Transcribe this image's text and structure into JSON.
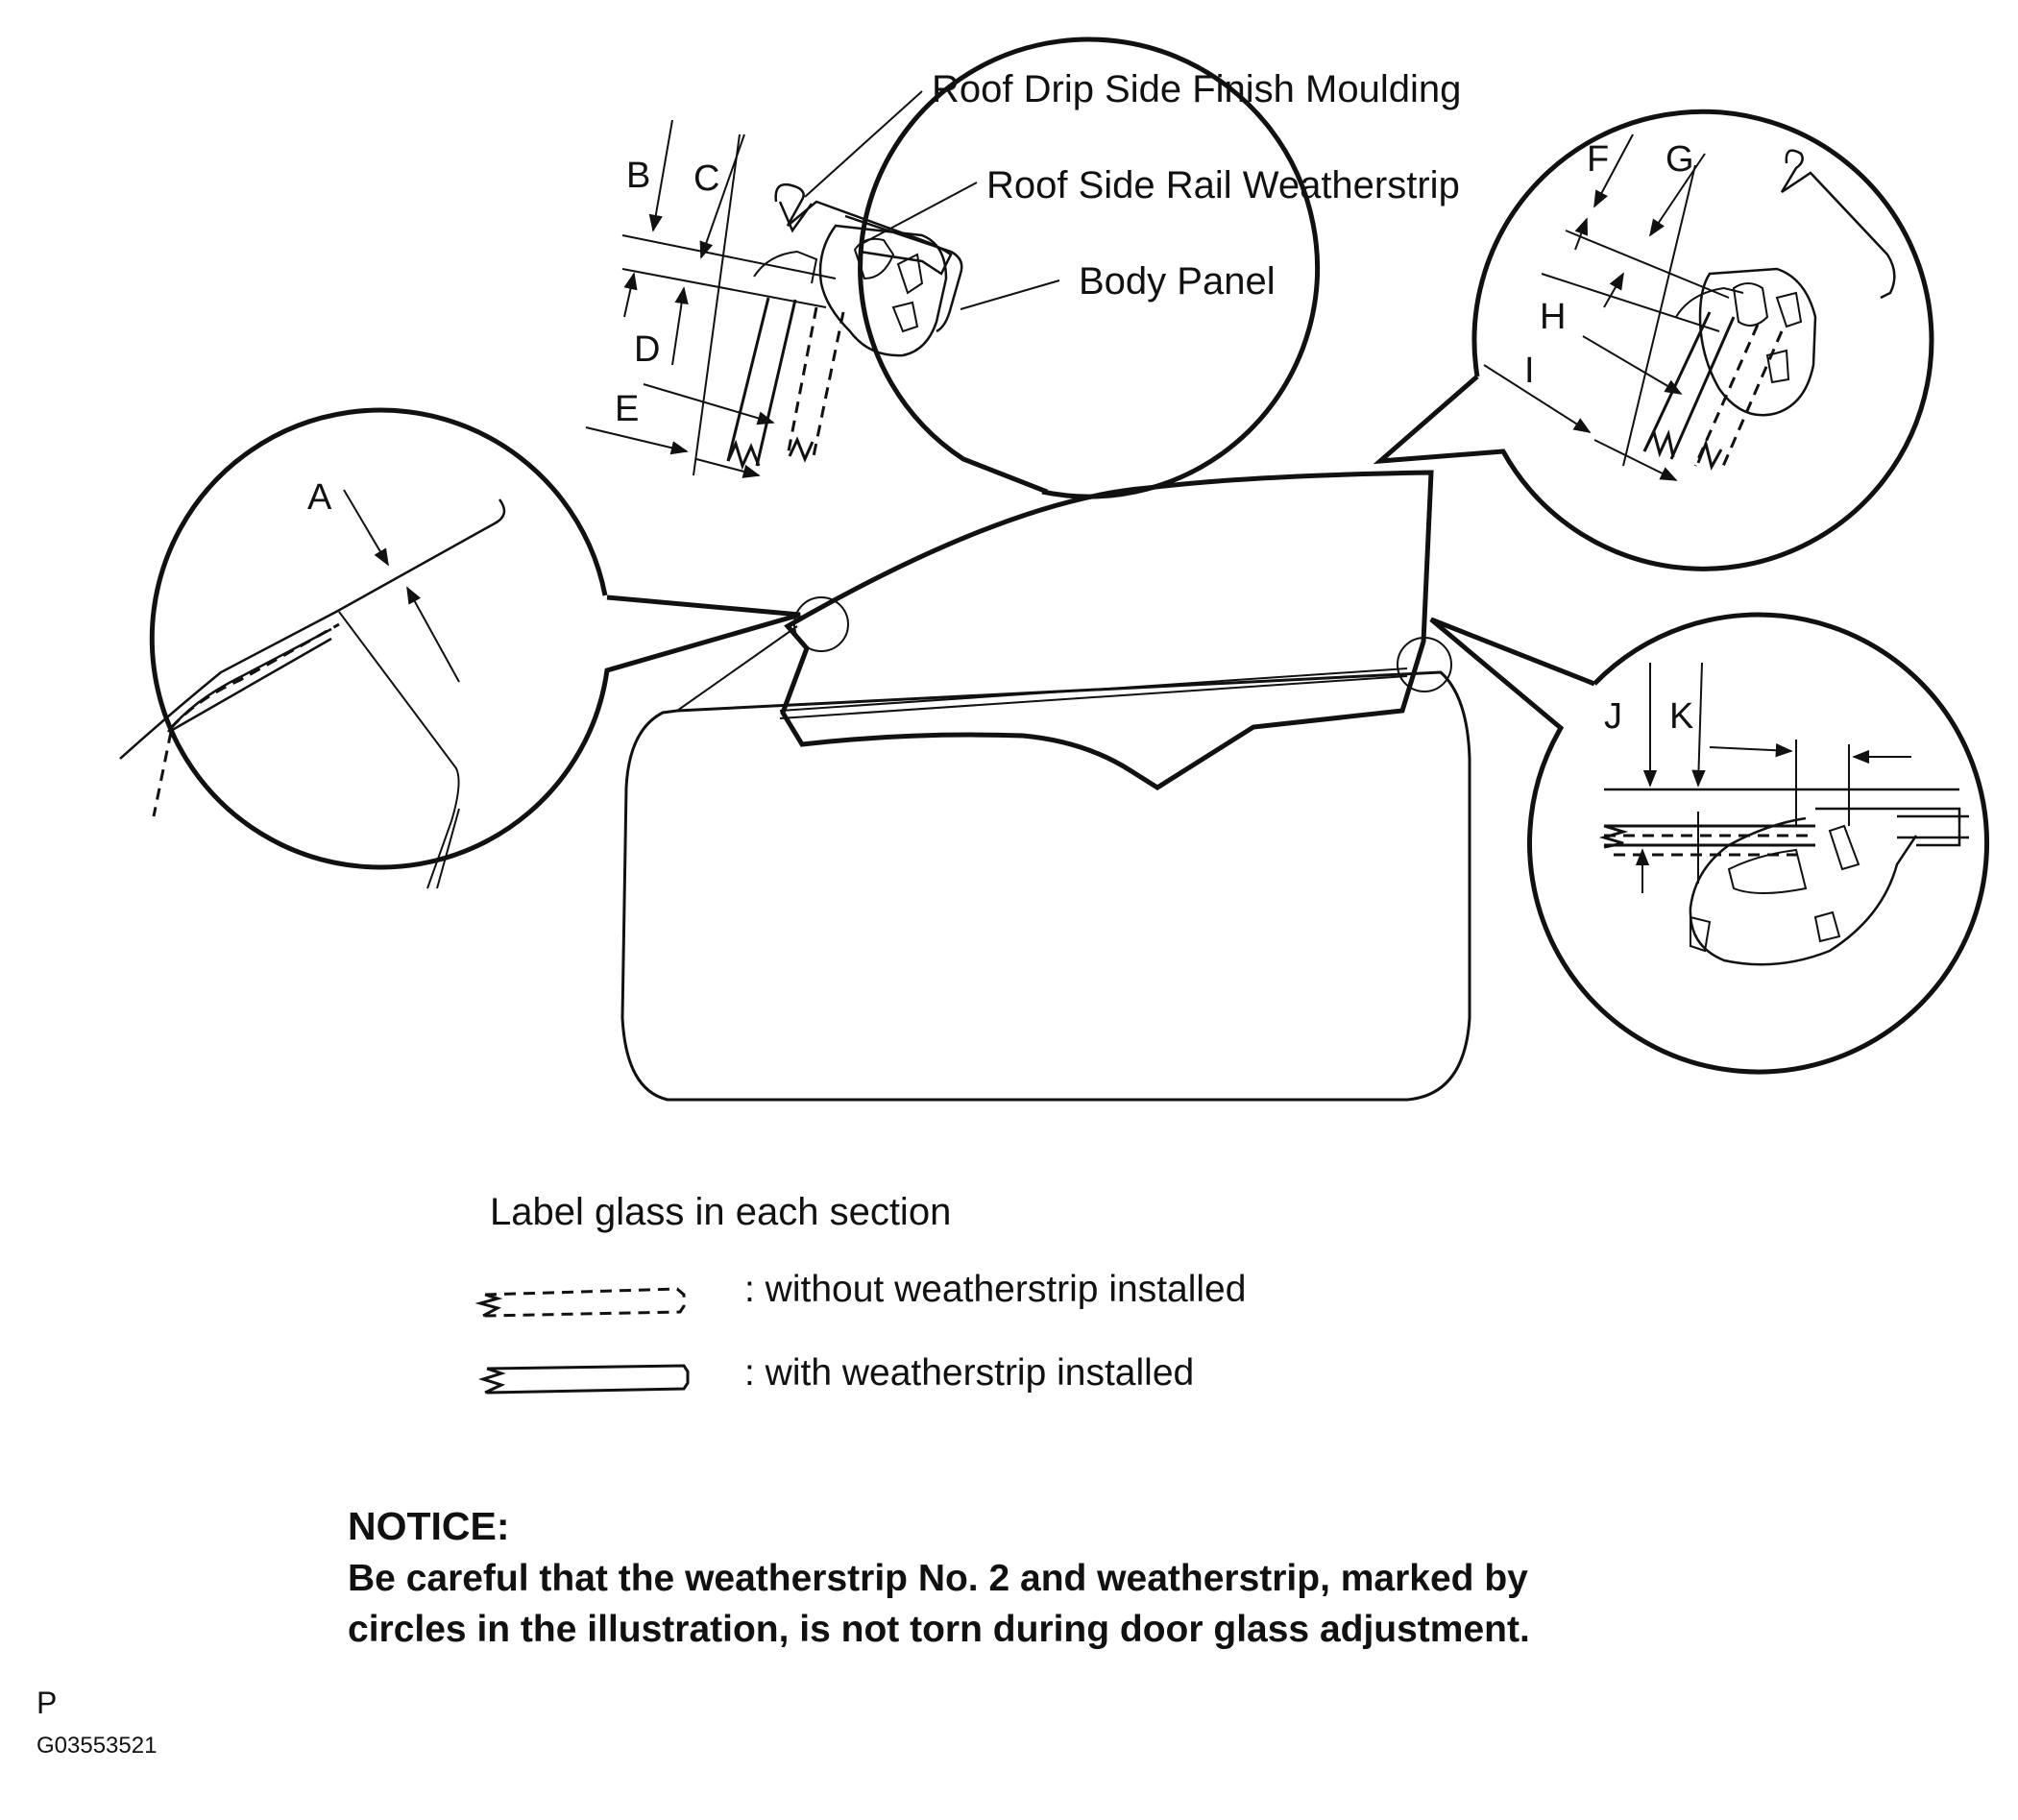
{
  "callouts": {
    "roof_drip": "Roof Drip Side Finish Moulding",
    "roof_rail": "Roof Side Rail Weatherstrip",
    "body_panel": "Body Panel"
  },
  "dims": {
    "A": "A",
    "B": "B",
    "C": "C",
    "D": "D",
    "E": "E",
    "F": "F",
    "G": "G",
    "H": "H",
    "I": "I",
    "J": "J",
    "K": "K"
  },
  "legend": {
    "title": "Label glass in each section",
    "without": ": without weatherstrip installed",
    "with": ": with weatherstrip installed"
  },
  "notice": {
    "heading": "NOTICE:",
    "line1": "Be careful that the weatherstrip No. 2 and weatherstrip, marked by",
    "line2": "circles in the illustration, is not torn during door glass adjustment."
  },
  "footer": {
    "letter": "P",
    "code": "G03553521"
  }
}
